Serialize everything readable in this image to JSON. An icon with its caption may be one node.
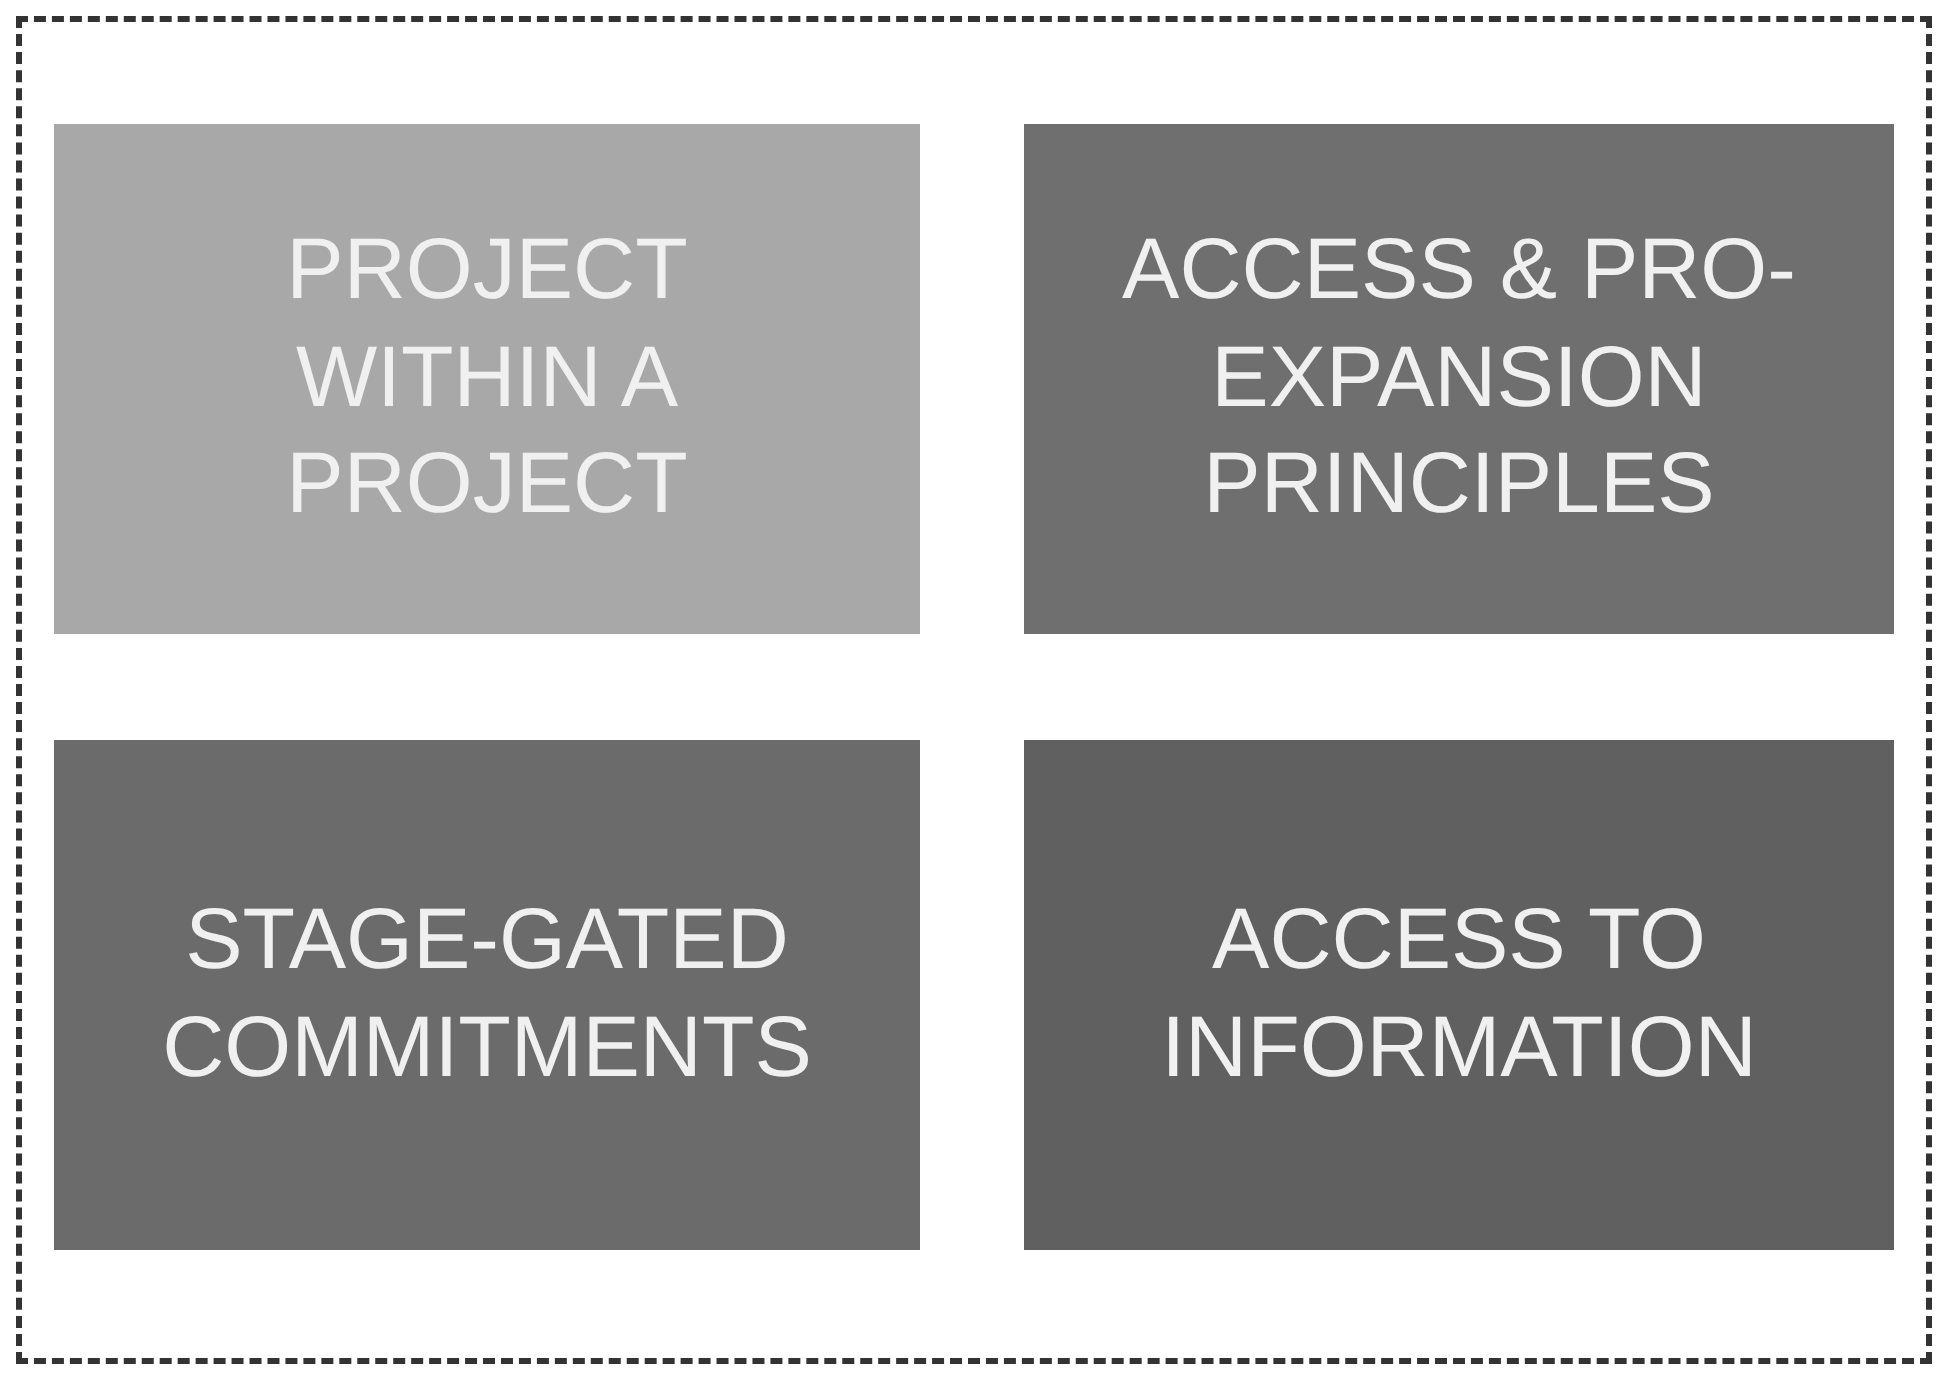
{
  "diagram": {
    "nodes": [
      {
        "text": [],
        "shape": "box"
      },
      {
        "text": [
          "PROJECT WITHIN A PROJECT"
        ],
        "in": 0
      },
      {
        "text": [
          "ACCESS & PRO-EXPANSION PRINCIPLES"
        ],
        "in": 0
      },
      {
        "text": [
          "STAGE-GATED COMMITMENTS"
        ],
        "in": 0
      },
      {
        "text": [
          "ACCESS TO INFORMATION"
        ],
        "in": 0
      }
    ]
  }
}
